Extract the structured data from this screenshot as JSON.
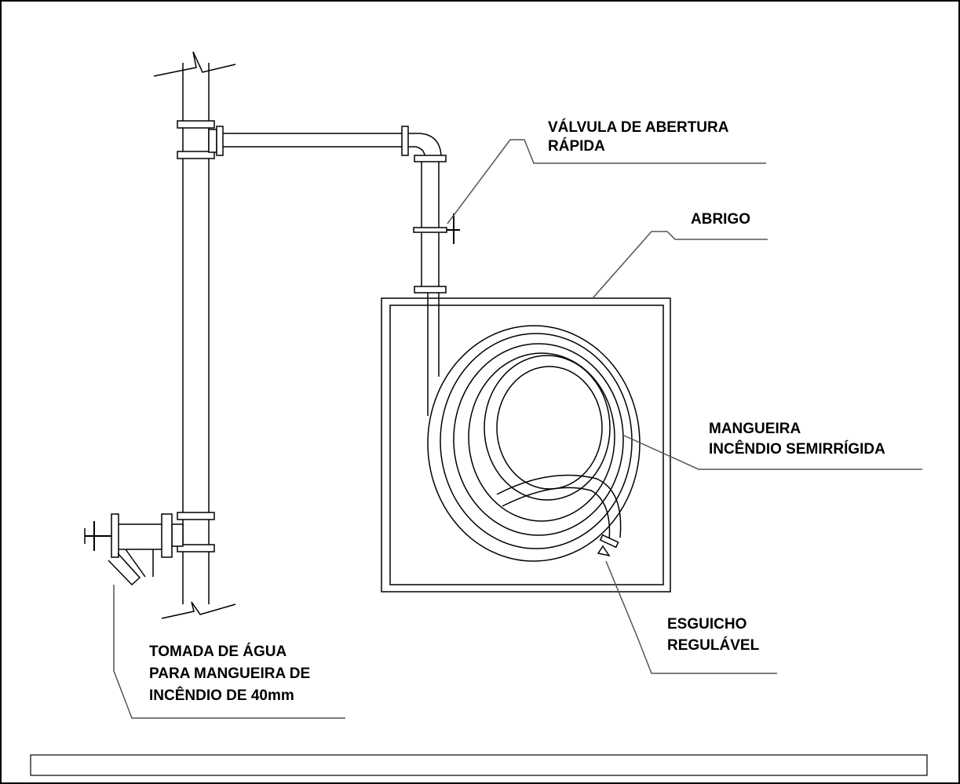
{
  "labels": {
    "valve_line1": "VÁLVULA DE ABERTURA",
    "valve_line2": "RÁPIDA",
    "cabinet": "ABRIGO",
    "hose_line1": "MANGUEIRA",
    "hose_line2": "INCÊNDIO SEMIRRÍGIDA",
    "nozzle_line1": "ESGUICHO",
    "nozzle_line2": "REGULÁVEL",
    "outlet_line1": "TOMADA DE ÁGUA",
    "outlet_line2": "PARA MANGUEIRA DE",
    "outlet_line3": "INCÊNDIO DE 40mm"
  }
}
